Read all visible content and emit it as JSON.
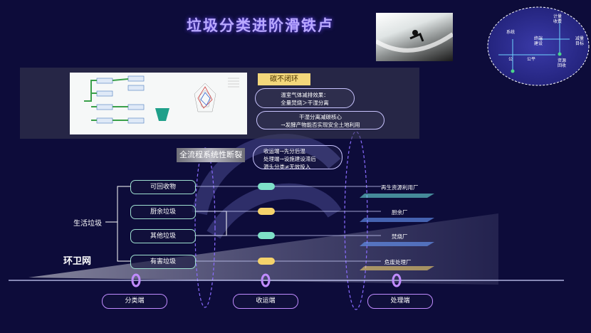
{
  "title": "垃圾分类进阶滑铁卢",
  "carbon_tag": "碳不闭环",
  "bubbles": {
    "b1_lines": [
      "温室气体减排效果：",
      "全量焚烧＞干湿分离"
    ],
    "b2_lines": [
      "干湿分离减碳核心",
      "→发酵产物能否实现安全土地利用"
    ],
    "b3_lines": [
      "收运端→先分后混",
      "处理端→设施建设滞后",
      "源头分类≠无效投入"
    ]
  },
  "subhead": "全流程系统性断裂",
  "source_label": "生活垃圾",
  "brand": "环卫网",
  "categories": [
    "可回收物",
    "厨余垃圾",
    "其他垃圾",
    "有害垃圾"
  ],
  "destinations": [
    "再生资源利用厂",
    "厨余厂",
    "焚烧厂",
    "危废处理厂"
  ],
  "stages": [
    "分类端",
    "收运端",
    "处理端"
  ],
  "map_labels": {
    "top": [
      "计量",
      "收费"
    ],
    "topleft": "系统",
    "left_mid": [
      "终端",
      "建设"
    ],
    "right_mid": [
      "减量",
      "目标"
    ],
    "center": "公平",
    "bottom_right": [
      "资源",
      "回收"
    ],
    "bottom_left": "公"
  },
  "colors": {
    "background": "#0d0c3a",
    "tag_yellow": "#f3d77b",
    "capsule_teal": "#7ee0c8",
    "capsule_yellow": "#f5d36b",
    "ring_purple": "#c08bff",
    "title": "#b9a8ff"
  }
}
